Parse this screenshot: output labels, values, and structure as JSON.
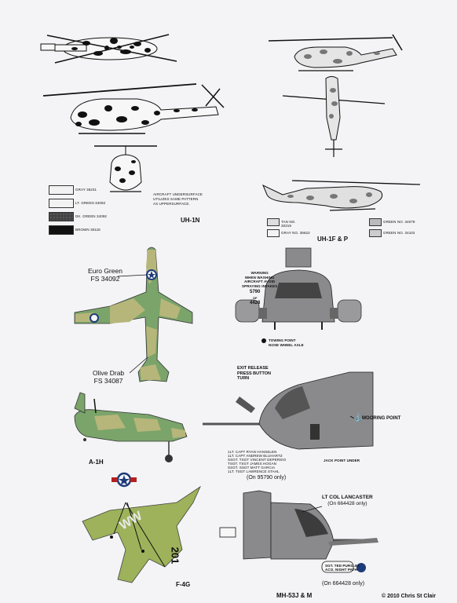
{
  "colors": {
    "paper": "#f4f4f6",
    "gray": "#cfcfd2",
    "green": "#6f9a63",
    "olive": "#b8b46f",
    "dark": "#2b2b2b",
    "hull": "#8a8a8c",
    "f4": "#9db25a"
  },
  "uh1n": {
    "caption": "UH-1N",
    "legend": [
      {
        "swatch": "gray-box",
        "label": "GRAY 36231",
        "color": "#f2f2f2"
      },
      {
        "swatch": "light-green-box",
        "label": "LT. GREEN 34092",
        "color": "#f2f2f2"
      },
      {
        "swatch": "dark-green-box",
        "label": "DK. GREEN 34092",
        "color": "#3a3a3a"
      },
      {
        "swatch": "brown-box",
        "label": "BROWN 30118",
        "color": "#111111"
      }
    ],
    "note": [
      "AIRCRAFT UNDERSURFACE",
      "UTILIZES SAME PATTERN",
      "AS UPPERSURFACE."
    ]
  },
  "uh1fp": {
    "caption": "UH-1F & P",
    "legend": [
      {
        "label": "TAN NO. 30219"
      },
      {
        "label": "GRAY NO. 36622"
      },
      {
        "label": "GREEN NO. 34079"
      },
      {
        "label": "GREEN NO. 34102"
      }
    ]
  },
  "a1h": {
    "caption": "A-1H",
    "euro_green": [
      "Euro Green",
      "FS 34092"
    ],
    "olive_drab": [
      "Olive Drab",
      "FS 34087"
    ]
  },
  "mh53_front": {
    "warning": [
      "WARNING",
      "WHEN WASHING",
      "AIRCRAFT AVOID",
      "SPRAYING INTAKES"
    ],
    "serial": [
      "5790",
      "OF",
      "4428"
    ],
    "towing": [
      "TOWING POINT",
      "NOSE WHEEL AXLE"
    ]
  },
  "mh53_side": {
    "exit": [
      "EXIT RELEASE",
      "PRESS BUTTON",
      "TURN"
    ],
    "mooring": "MOORING POINT",
    "jack": "JACK POINT UNDER",
    "crew": [
      "1LT. CAPT RYAN HANSELEN",
      "1LT. CAPT ANDREW BLUHARTZ",
      "SSGT. TSGT VINCENT DEPERSIO",
      "TSGT. TSGT JAMES HOGAN",
      "SSGT. SSGT MATT GARCIA",
      "1LT. TSGT LAWRENCE STAHL"
    ],
    "note": "(On 95790 only)"
  },
  "f4g": {
    "caption": "F-4G",
    "tail_code": "WW"
  },
  "mh53jm": {
    "caption": "MH-53J & M",
    "callout": [
      "LT COL LANCASTER",
      "(On 664428 only)"
    ],
    "patch_text": [
      "SGT. TED PURSLEY",
      "ACO. NIGHT PATH"
    ],
    "note": "(On 664428 only)"
  },
  "copyright": "© 2010 Chris St Clair"
}
